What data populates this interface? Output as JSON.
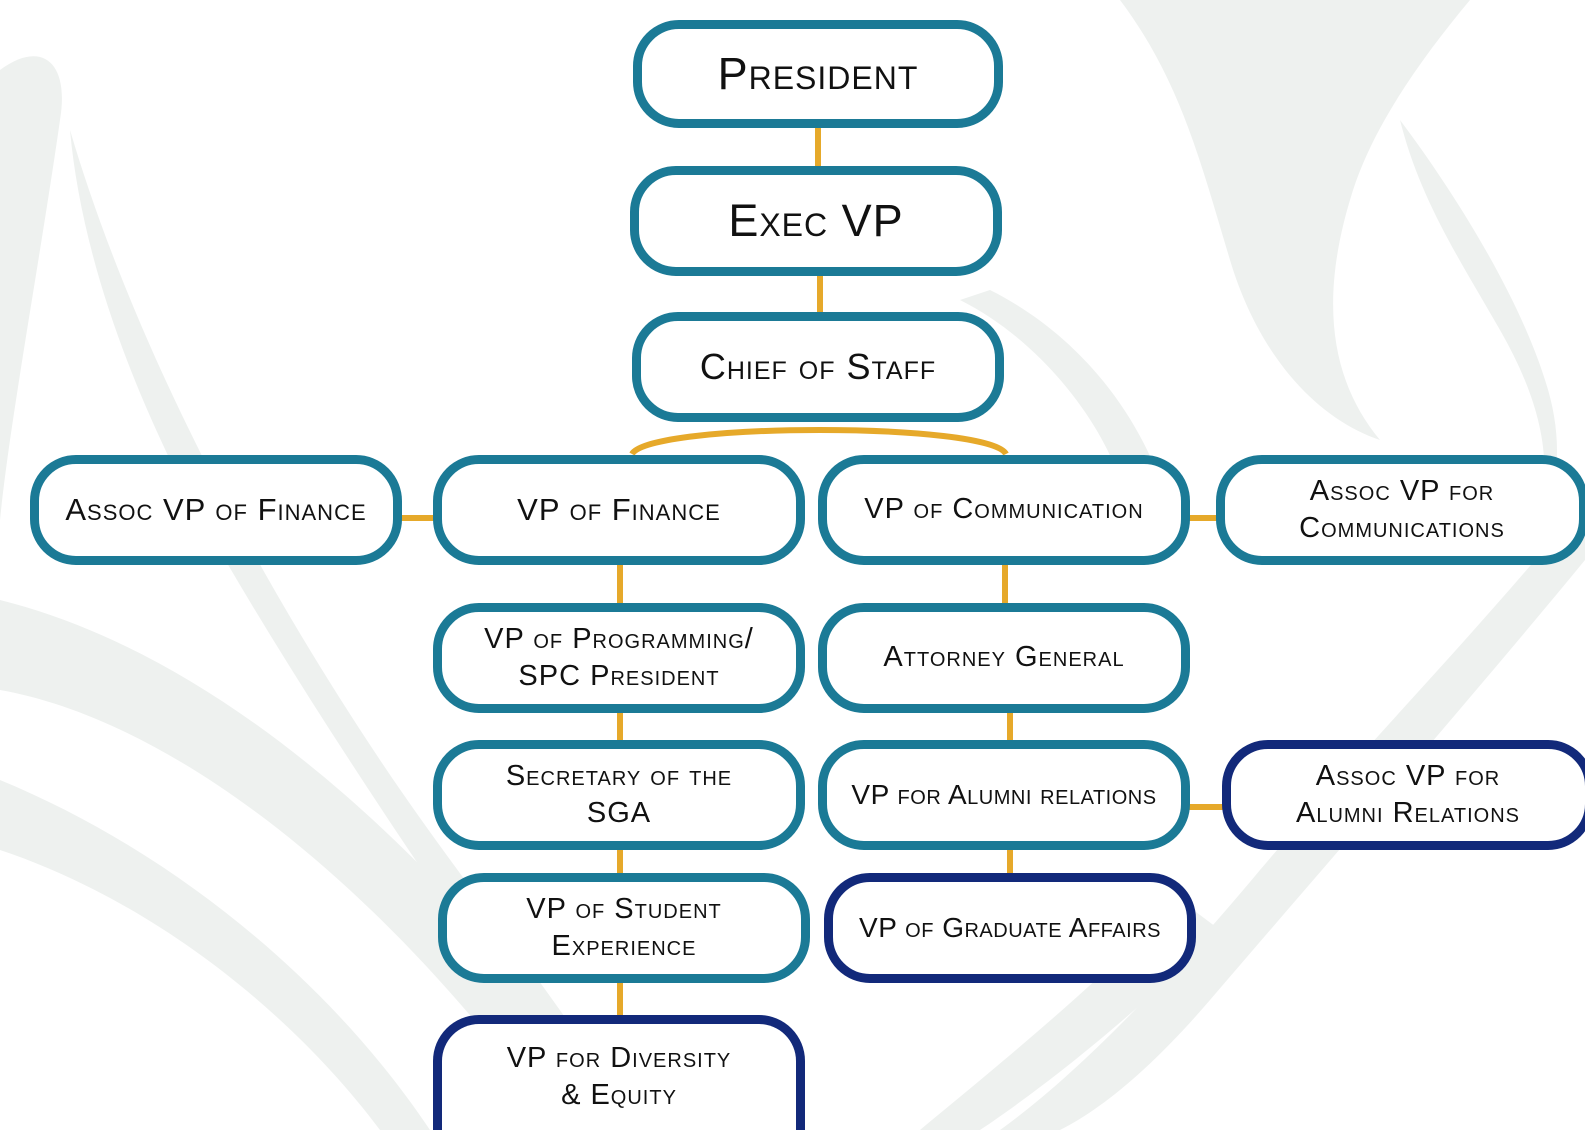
{
  "colors": {
    "teal_border": "#1b7a96",
    "navy_border": "#12297a",
    "connector": "#e6a92a",
    "watermark": "#ecefed"
  },
  "nodes": {
    "president": "President",
    "exec_vp": "Exec VP",
    "chief_of_staff": "Chief of Staff",
    "assoc_vp_finance": "Assoc VP of Finance",
    "vp_finance": "VP of Finance",
    "vp_communication": "VP of Communication",
    "assoc_vp_communications_l1": "Assoc VP for",
    "assoc_vp_communications_l2": "Communications",
    "vp_programming_l1": "VP of Programming/",
    "vp_programming_l2": "SPC President",
    "attorney_general": "Attorney General",
    "secretary_l1": "Secretary of the",
    "secretary_l2": "SGA",
    "vp_alumni": "VP for Alumni relations",
    "assoc_vp_alumni_l1": "Assoc VP for",
    "assoc_vp_alumni_l2": "Alumni Relations",
    "vp_student_exp_l1": "VP of Student",
    "vp_student_exp_l2": "Experience",
    "vp_grad_affairs": "VP of Graduate Affairs",
    "vp_diversity_l1": "VP for Diversity",
    "vp_diversity_l2": "& Equity"
  }
}
